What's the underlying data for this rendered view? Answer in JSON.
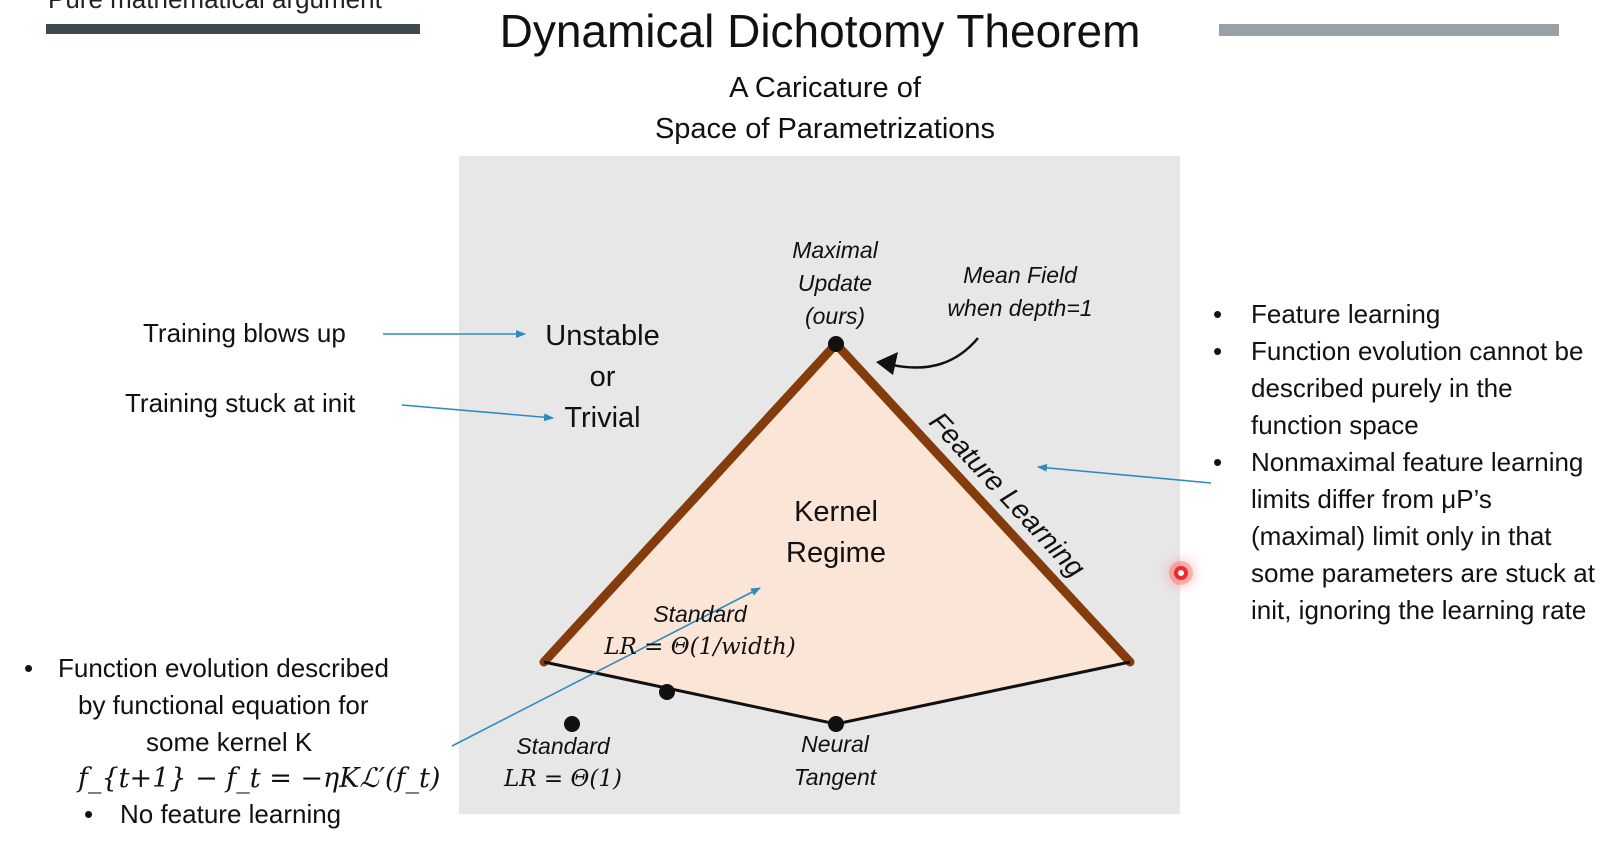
{
  "slide": {
    "top_cut_text": "Pure mathematical argument",
    "title": "Dynamical Dichotomy Theorem",
    "subtitle_line1": "A Caricature of",
    "subtitle_line2": "Space of Parametrizations"
  },
  "diagram": {
    "left_labels": {
      "blows_up": "Training blows up",
      "stuck": "Training stuck at init"
    },
    "unstable": {
      "line1": "Unstable",
      "line2": "or",
      "line3": "Trivial"
    },
    "kernel": {
      "line1": "Kernel",
      "line2": "Regime"
    },
    "maximal": {
      "line1": "Maximal",
      "line2": "Update",
      "line3": "(ours)"
    },
    "mean_field": {
      "line1": "Mean Field",
      "line2": "when depth=1"
    },
    "feature_learning": "Feature Learning",
    "standard_small": {
      "line1": "Standard",
      "line2": "LR = Θ(1/width)"
    },
    "standard_big": {
      "line1": "Standard",
      "line2": "LR = Θ(1)"
    },
    "ntk": {
      "line1": "Neural",
      "line2": "Tangent"
    }
  },
  "right_bullets": {
    "bullet_char": "•",
    "items": [
      "Feature learning",
      "Function evolution cannot be described purely in the function space",
      "Nonmaximal feature learning limits differ from μP’s (maximal) limit only in that some parameters are stuck at init, ignoring the learning rate"
    ]
  },
  "left_bullets": {
    "bullet_char": "•",
    "item1_line1": "Function evolution described",
    "item1_line2": "by functional equation for",
    "item1_line3": "some kernel K",
    "equation": "f_{t+1} − f_t = −ηKℒ′(f_t)",
    "item2": "No feature learning"
  },
  "colors": {
    "triangle_fill": "#fbe5d6",
    "triangle_edge": "#843c0c",
    "arrow": "#2e8bc0",
    "panel": "#e7e7e7",
    "bar_left": "#3d4a52",
    "bar_right": "#98a1a8"
  }
}
